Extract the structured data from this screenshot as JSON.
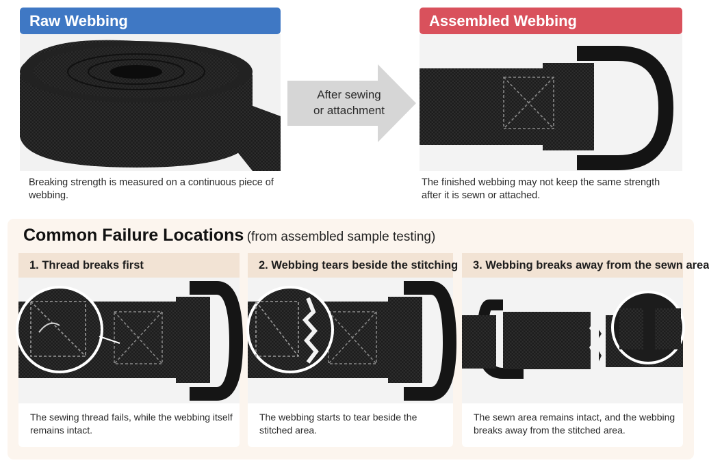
{
  "top": {
    "raw_title": "Raw Webbing",
    "raw_caption": "Breaking strength is measured on a continuous piece of webbing.",
    "arrow_label_line1": "After sewing",
    "arrow_label_line2": "or attachment",
    "assembled_title": "Assembled Webbing",
    "assembled_caption": "The finished webbing may not keep the same strength after it is sewn or attached."
  },
  "failures": {
    "title": "Common Failure Locations",
    "subtitle": "(from assembled sample testing)",
    "items": [
      {
        "label": "1. Thread breaks first",
        "caption": "The sewing thread fails, while the webbing itself remains intact."
      },
      {
        "label": "2. Webbing tears beside the stitching",
        "caption": "The webbing starts to tear beside the stitched area."
      },
      {
        "label": "3. Webbing breaks away from the sewn area",
        "caption": "The sewn area remains intact, and the webbing breaks away from the stitched area."
      }
    ]
  },
  "colors": {
    "raw_header": "#3f78c4",
    "assembled_header": "#d9515c",
    "panel_background": "#fcf5ee",
    "card_header": "#f2e3d4",
    "webbing": "#1c1c1c"
  }
}
